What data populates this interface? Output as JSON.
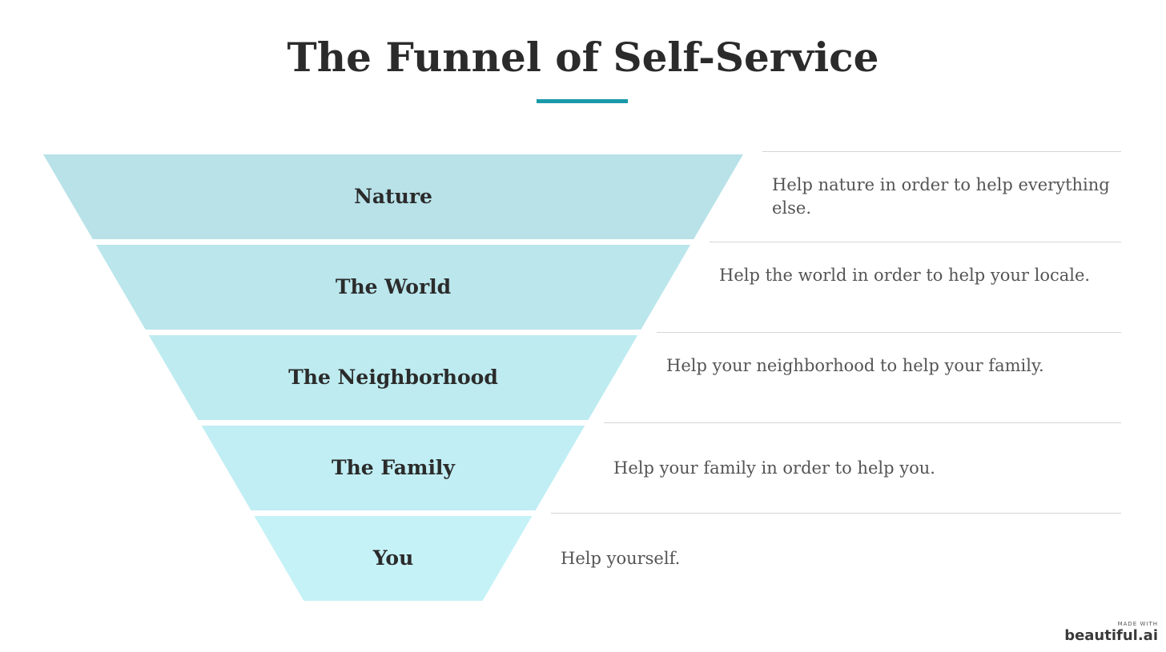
{
  "title": "The Funnel of Self-Service",
  "colors": {
    "accent": "#1a9aa8",
    "tiers": [
      "#b8e2e8",
      "#bae6ec",
      "#bdebf0",
      "#c0eef4",
      "#c5f2f7"
    ]
  },
  "tiers": [
    {
      "label": "Nature",
      "description": "Help nature in order to help everything else."
    },
    {
      "label": "The World",
      "description": "Help the world in order to help your locale."
    },
    {
      "label": "The Neighborhood",
      "description": "Help your neighborhood to help your family."
    },
    {
      "label": "The Family",
      "description": "Help your family in order to help you."
    },
    {
      "label": "You",
      "description": "Help yourself."
    }
  ],
  "brand": {
    "made_with": "MADE WITH",
    "name": "beautiful.ai"
  }
}
